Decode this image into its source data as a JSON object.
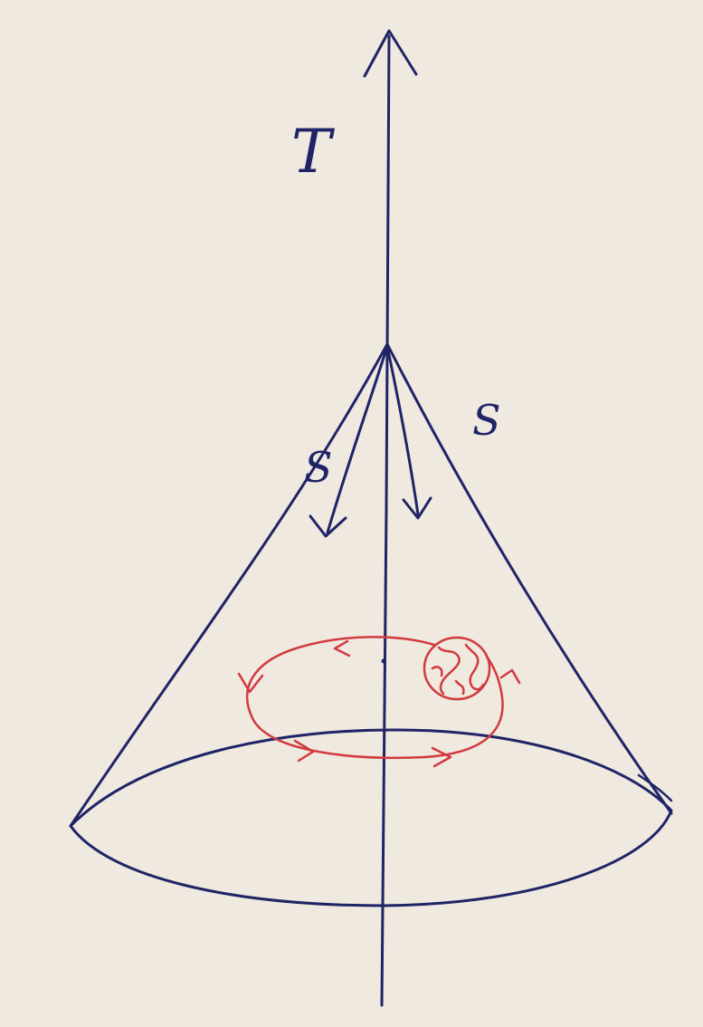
{
  "figure": {
    "labels": {
      "time_axis": "T",
      "ray_left": "S",
      "ray_right": "S"
    },
    "colors": {
      "paper": "#efe9e0",
      "blue_ink": "#1f2466",
      "red_ink": "#d23a3f"
    },
    "icons": [
      "up-arrow-icon",
      "down-arrow-icon",
      "earth-icon",
      "orbit-arrow-icon"
    ]
  }
}
